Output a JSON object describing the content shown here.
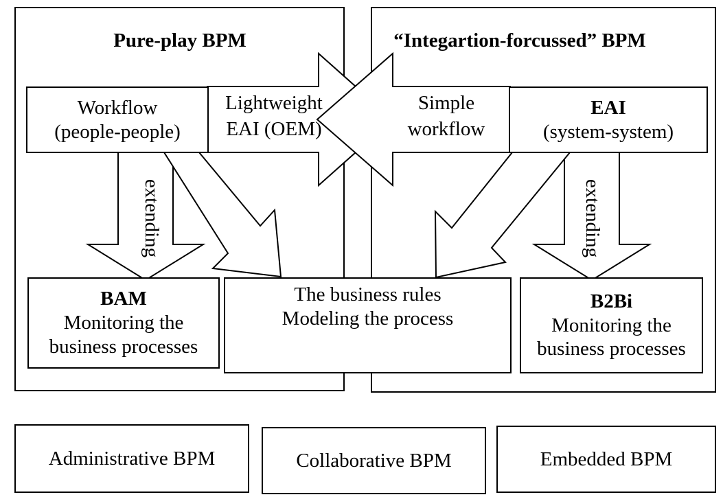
{
  "left_region": {
    "title": "Pure-play BPM"
  },
  "right_region": {
    "title": "“Integartion-forcussed” BPM"
  },
  "workflow_box": {
    "line1": "Workflow",
    "line2": "(people-people)"
  },
  "eai_box": {
    "title": "EAI",
    "line2": "(system-system)"
  },
  "lightweight_arrow": {
    "line1": "Lightweight",
    "line2": "EAI (OEM)"
  },
  "simple_arrow": {
    "line1": "Simple",
    "line2": "workflow"
  },
  "extending_left": {
    "label": "extending"
  },
  "extending_right": {
    "label": "extending"
  },
  "bam_box": {
    "title": "BAM",
    "line2": "Monitoring the",
    "line3": "business processes"
  },
  "rules_box": {
    "line1": "The business rules",
    "line2": "Modeling the process"
  },
  "b2bi_box": {
    "title": "B2Bi",
    "line2": "Monitoring the",
    "line3": "business processes"
  },
  "bottom_boxes": [
    {
      "label": "Administrative BPM"
    },
    {
      "label": "Collaborative BPM"
    },
    {
      "label": "Embedded BPM"
    }
  ]
}
